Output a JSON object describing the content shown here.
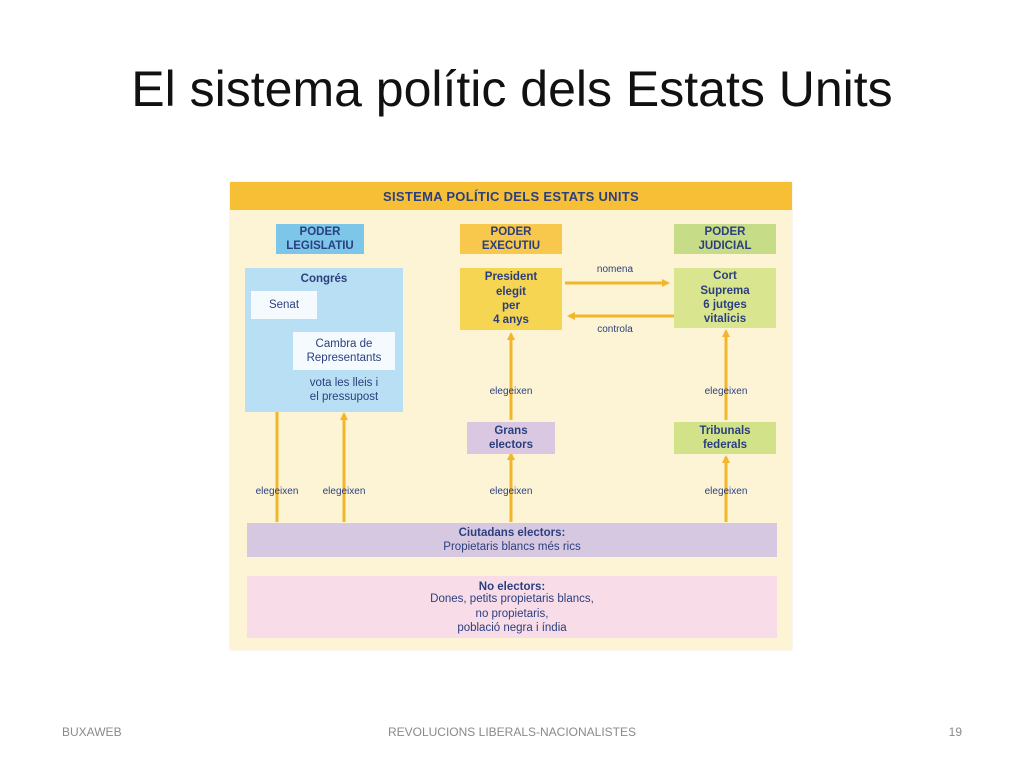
{
  "slide": {
    "title": "El sistema polític dels Estats Units"
  },
  "diagram": {
    "header": "SISTEMA POLÍTIC DELS ESTATS UNITS",
    "powers": {
      "legislative": "PODER\nLEGISLATIU",
      "executive": "PODER\nEXECUTIU",
      "judicial": "PODER\nJUDICIAL"
    },
    "congress": {
      "title": "Congrés",
      "senate": "Senat",
      "house": "Cambra de\nRepresentants",
      "role": "vota les lleis i\nel pressupost"
    },
    "president": "President\nelegit\nper\n4 anys",
    "supreme_court": "Cort\nSuprema\n6 jutges\nvitalicis",
    "electors": "Grans\nelectors",
    "federal_courts": "Tribunals\nfederals",
    "citizens": {
      "title": "Ciutadans electors:",
      "detail": "Propietaris blancs més rics"
    },
    "non_electors": {
      "title": "No electors:",
      "detail": "Dones, petits propietaris blancs,\nno propietaris,\npoblació negra i índia"
    },
    "labels": {
      "appoints": "nomena",
      "controls": "controla",
      "elect": "elegeixen"
    }
  },
  "footer": {
    "left": "BUXAWEB",
    "center": "REVOLUCIONS LIBERALS-NACIONALISTES",
    "page": "19"
  },
  "colors": {
    "background": "#fdf4d5",
    "header": "#f6bf35",
    "arrow": "#f2b62c",
    "text": "#2b3f7e"
  }
}
